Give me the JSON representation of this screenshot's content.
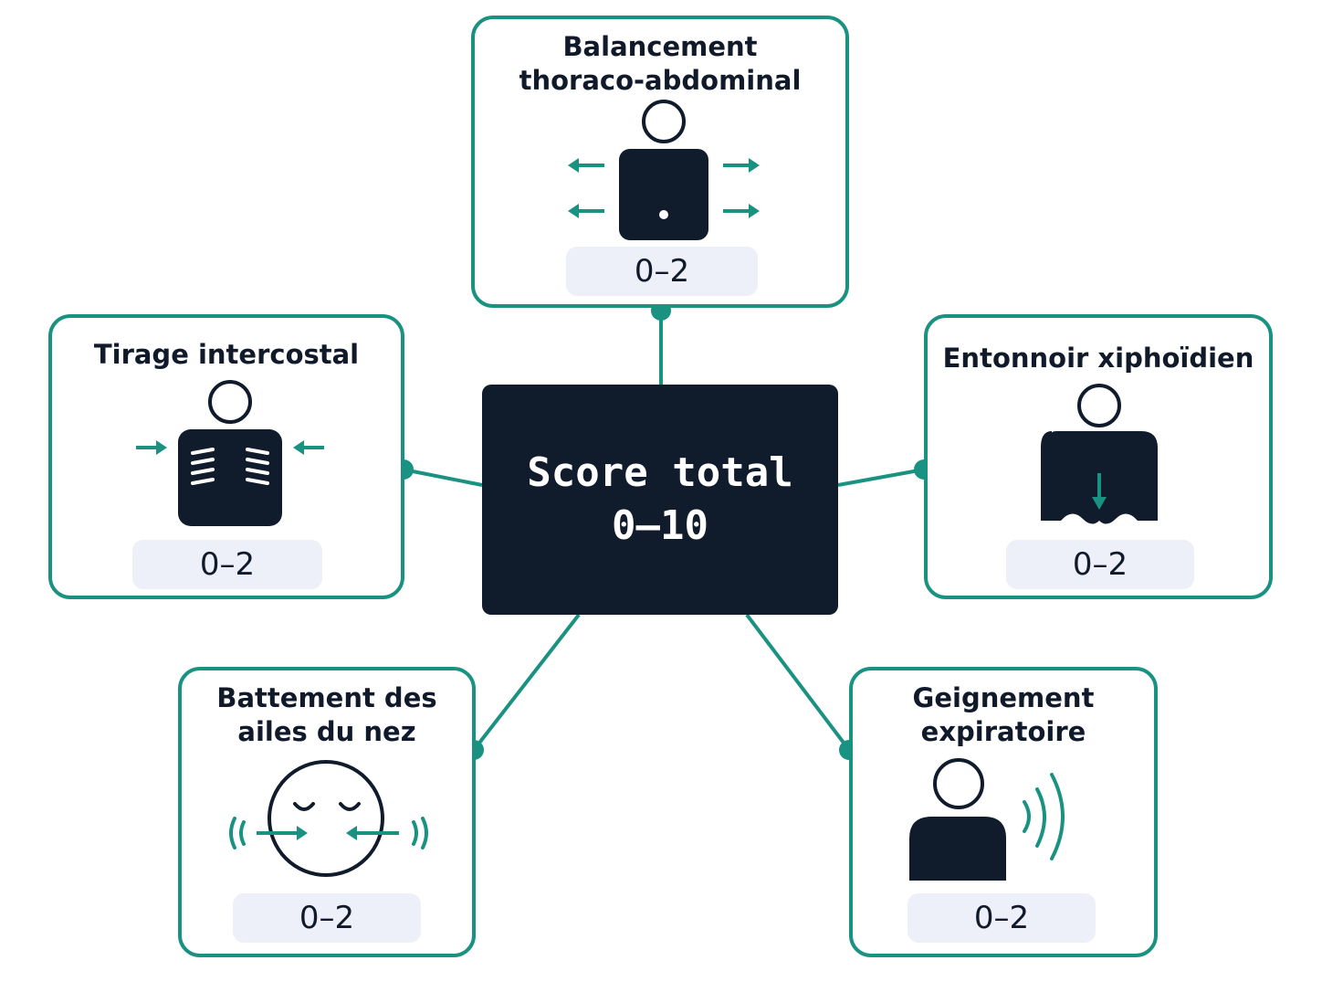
{
  "colors": {
    "accent": "#1a9282",
    "dark": "#101b2c",
    "pill": "#edf0f8"
  },
  "center": {
    "title": "Score total",
    "range": "0–10"
  },
  "criteria": {
    "balancement": {
      "title": "Balancement\nthoraco-abdominal",
      "score": "0–2",
      "icon": "torso-rocking-icon"
    },
    "tirage": {
      "title": "Tirage intercostal",
      "score": "0–2",
      "icon": "ribs-retraction-icon"
    },
    "entonnoir": {
      "title": "Entonnoir xiphoïdien",
      "score": "0–2",
      "icon": "xiphoid-retraction-icon"
    },
    "battement": {
      "title": "Battement des\nailes du nez",
      "score": "0–2",
      "icon": "nasal-flaring-face-icon"
    },
    "geignement": {
      "title": "Geignement\nexpiratoire",
      "score": "0–2",
      "icon": "expiratory-grunting-icon"
    }
  }
}
